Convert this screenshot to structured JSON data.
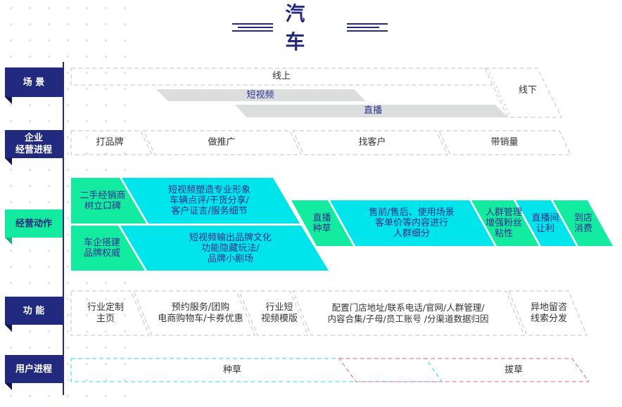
{
  "title": "汽车",
  "rows": {
    "scene": {
      "label": "场 景",
      "online": "线上",
      "offline": "线下",
      "short_video": "短视频",
      "live": "直播"
    },
    "progress": {
      "label": "企业\n经营进程",
      "stages": [
        "打品牌",
        "做推广",
        "找客户",
        "带销量"
      ]
    },
    "actions": {
      "label": "经营动作",
      "items": [
        {
          "text": "二手经销商\n树立口碑",
          "color": "green"
        },
        {
          "text": "短视频塑造专业形象\n车辆点评/干货分享/\n客户证言/服务细节",
          "color": "cyan"
        },
        {
          "text": "车企搭建\n品牌权威",
          "color": "green"
        },
        {
          "text": "短视频输出品牌文化\n功能隐藏玩法/\n品牌小剧场",
          "color": "cyan"
        },
        {
          "text": "直播\n种草",
          "color": "green"
        },
        {
          "text": "售前/售后、使用场景\n客单价等内容进行\n人群细分",
          "color": "cyan"
        },
        {
          "text": "人群管理\n增强粉丝\n粘性",
          "color": "green"
        },
        {
          "text": "直播间\n让利",
          "color": "cyan"
        },
        {
          "text": "到店\n消费",
          "color": "green"
        }
      ]
    },
    "features": {
      "label": "功 能",
      "items": [
        "行业定制\n主页",
        "预约服务/团购\n电商购物车/卡券优惠",
        "行业短\n视频模版",
        "配置门店地址/联系电话/官网/人群管理/\n内容合集/子母/员工账号 /分渠道数据归因",
        "异地留咨\n线索分发"
      ]
    },
    "user": {
      "label": "用户进程",
      "seed": "种草",
      "pull": "拔草"
    }
  },
  "colors": {
    "navy": "#222a80",
    "green": "#12eba0",
    "cyan": "#00e4ec",
    "gray_band": "#dcdddd",
    "dash_gray": "#c0c0c0",
    "dash_cyan": "#2fd9e8",
    "dash_pink": "#f0607c"
  }
}
